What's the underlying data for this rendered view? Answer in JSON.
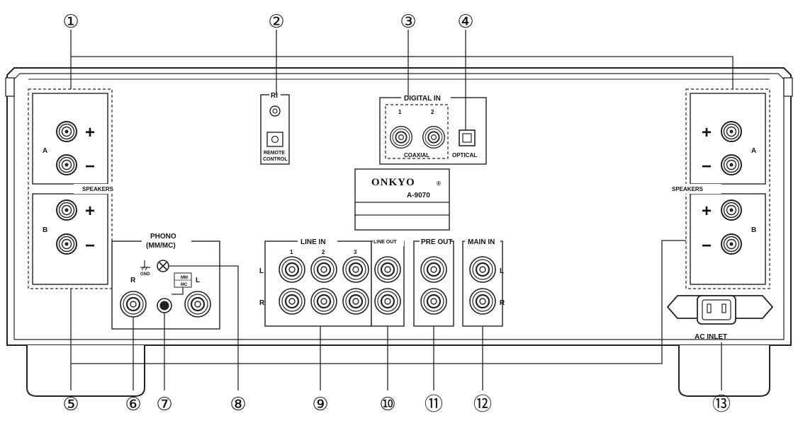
{
  "callouts": [
    "①",
    "②",
    "③",
    "④",
    "⑤",
    "⑥",
    "⑦",
    "⑧",
    "⑨",
    "⑩",
    "⑪",
    "⑫",
    "⑬"
  ],
  "labels": {
    "speakers": "SPEAKERS",
    "speaker_a": "A",
    "speaker_b": "B",
    "plus": "+",
    "minus": "−",
    "ri": "RI",
    "remote_control_1": "REMOTE",
    "remote_control_2": "CONTROL",
    "digital_in": "DIGITAL IN",
    "coaxial": "COAXIAL",
    "optical": "OPTICAL",
    "coax_1": "1",
    "coax_2": "2",
    "brand": "ONKYO",
    "brand_mark": "®",
    "model": "A-9070",
    "phono_1": "PHONO",
    "phono_2": "(MM/MC)",
    "gnd": "GND",
    "mm": "MM",
    "mc": "MC",
    "right": "R",
    "left": "L",
    "line_in": "LINE IN",
    "line_in_1": "1",
    "line_in_2": "2",
    "line_in_3": "3",
    "line_out": "LINE OUT",
    "pre_out": "PRE OUT",
    "main_in": "MAIN IN",
    "ac_inlet": "AC INLET"
  }
}
